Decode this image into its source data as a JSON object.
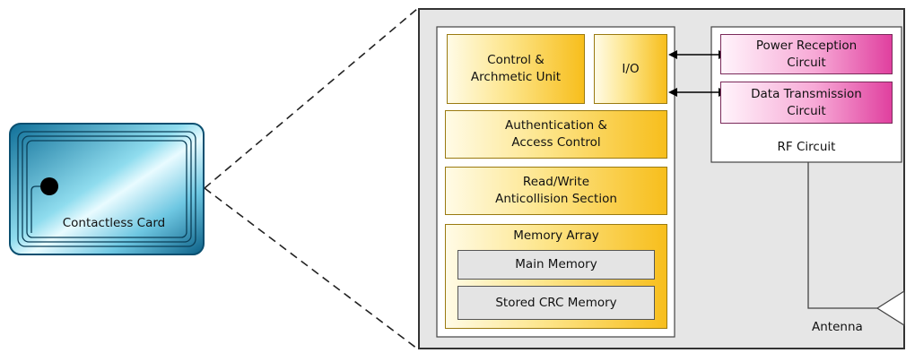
{
  "card": {
    "label": "Contactless Card"
  },
  "blocks": {
    "control_unit": "Control &\nArchmetic Unit",
    "io": "I/O",
    "authentication": "Authentication &\nAccess Control",
    "read_write": "Read/Write\nAnticollision Section",
    "memory_array": "Memory Array",
    "main_memory": "Main Memory",
    "crc_memory": "Stored CRC Memory"
  },
  "rf": {
    "power_reception": "Power Reception\nCircuit",
    "data_transmission": "Data Transmission\nCircuit",
    "label": "RF Circuit"
  },
  "antenna": {
    "label": "Antenna"
  },
  "colors": {
    "chip_background": "#e6e6e6",
    "logic_blocks": "#f7be1c",
    "rf_blocks": "#e0409f",
    "card": "#1f8fb3"
  }
}
